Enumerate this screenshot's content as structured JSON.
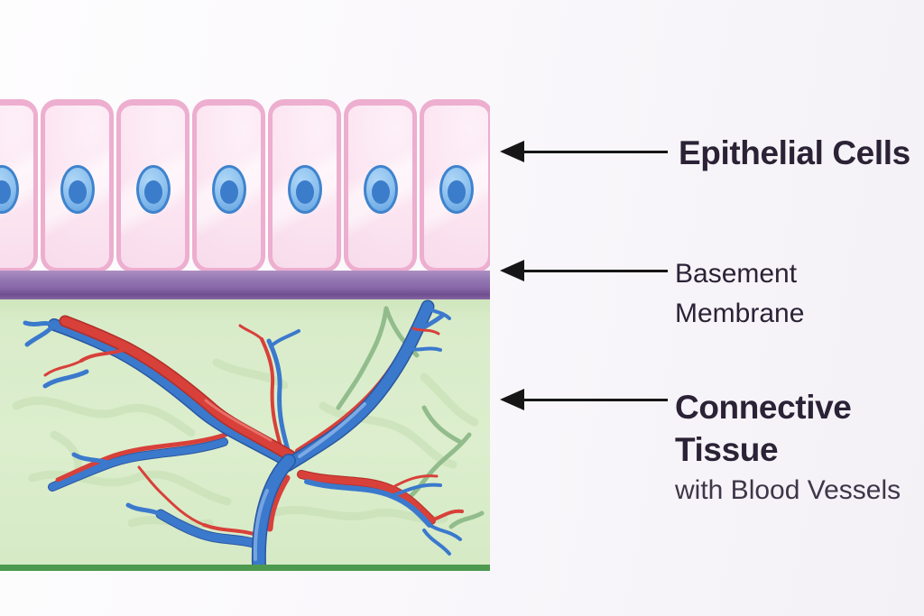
{
  "figure": {
    "type": "tissue-layer-diagram",
    "labels": {
      "epithelial": "Epithelial Cells",
      "basement": "Basement Membrane",
      "connective": "Connective Tissue",
      "connective_sub": "with Blood Vessels"
    },
    "structure": {
      "cell_count": 7
    }
  },
  "colors": {
    "cell_fill": "#fce6f2",
    "cell_border": "#edaecf",
    "nucleus_fill": "#8cc0ee",
    "nucleus_border": "#3f83cd",
    "nucleus_core": "#3b7ccb",
    "membrane": "#8a68aa",
    "membrane_dark": "#6f4e90",
    "tissue": "#d9ecca",
    "tissue_line": "#4d9950",
    "artery": "#d8403a",
    "vein": "#3b79cd",
    "green_vessel": "#8bb786",
    "arrow": "#161616",
    "text_dark": "#2b2236",
    "text_soft": "#3e3649"
  }
}
